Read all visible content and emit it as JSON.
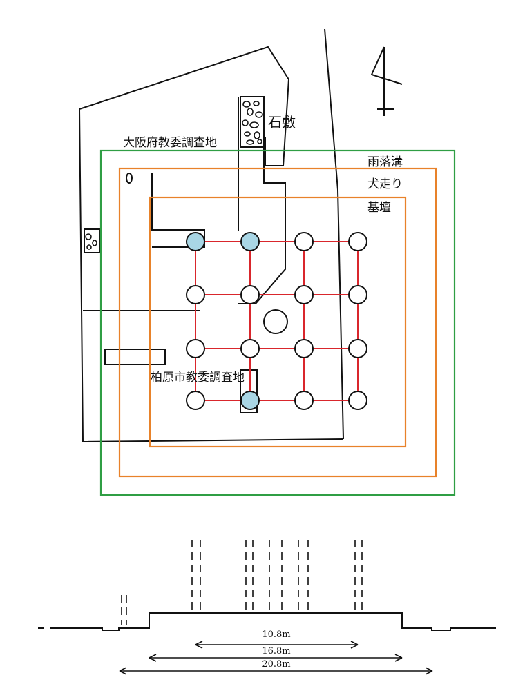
{
  "labels": {
    "osaka_survey": "大阪府教委調査地",
    "kashiwara_survey": "柏原市教委調査地",
    "stone_paving": "石敷",
    "rain_gutter": "雨落溝",
    "inubashiri": "犬走り",
    "platform": "基壇"
  },
  "dimensions": {
    "inner": "10.8m",
    "middle": "16.8m",
    "outer": "20.8m"
  },
  "colors": {
    "line": "#111111",
    "green_outline": "#2f9e44",
    "orange_outline": "#e8822a",
    "red_grid": "#d9262c",
    "pillar_fill": "#a9d6e5"
  },
  "icons": {
    "north_arrow": "north-arrow-icon"
  }
}
